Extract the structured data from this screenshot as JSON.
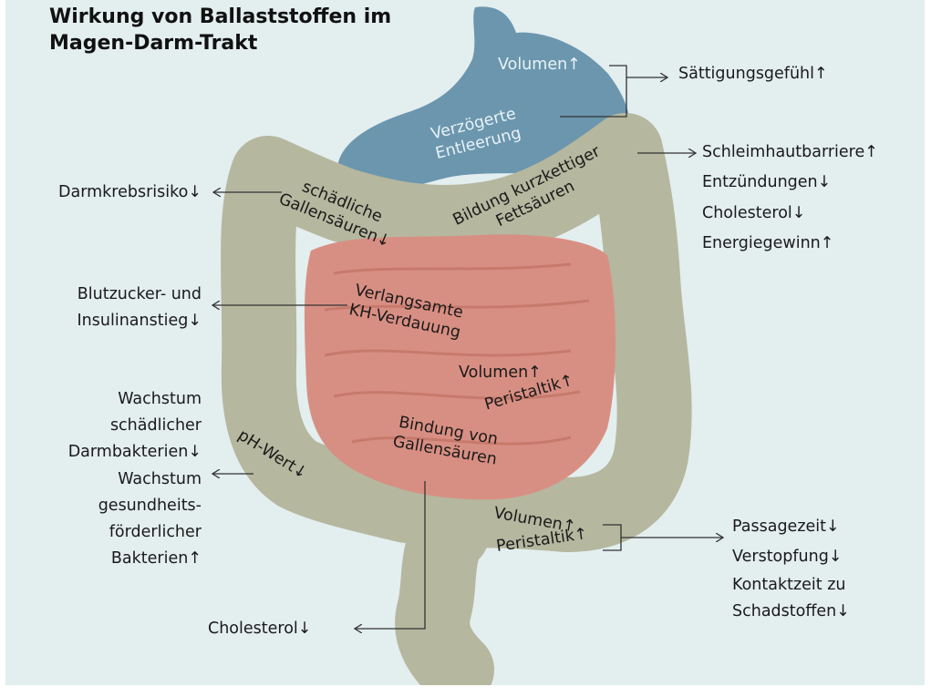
{
  "title": {
    "line1": "Wirkung von Ballaststoffen im",
    "line2": "Magen-Darm-Trakt"
  },
  "colors": {
    "background": "#e3eeef",
    "stomach": "#6b96ae",
    "colon": "#b5b79f",
    "small_intestine": "#d88f83",
    "arrow": "#333333"
  },
  "stomach": {
    "volumen": "Volumen↑",
    "entleerung_line1": "Verzögerte",
    "entleerung_line2": "Entleerung"
  },
  "colon": {
    "gallen_line1": "schädliche",
    "gallen_line2": "Gallensäuren↓",
    "bildung_line1": "Bildung kurzkettiger",
    "bildung_line2": "Fettsäuren",
    "ph": "pH-Wert↓",
    "volumen": "Volumen↑",
    "peristaltik": "Peristaltik↑"
  },
  "small_intestine": {
    "kh_line1": "Verlangsamte",
    "kh_line2": "KH-Verdauung",
    "volumen": "Volumen↑",
    "peristaltik": "Peristaltik↑",
    "bindung_line1": "Bindung von",
    "bindung_line2": "Gallensäuren"
  },
  "effects": {
    "saettigung": "Sättigungsgefühl↑",
    "schleimhaut": "Schleimhautbarriere↑",
    "entzuendungen": "Entzündungen↓",
    "cholesterol_right": "Cholesterol↓",
    "energie": "Energiegewinn↑",
    "darmkrebs": "Darmkrebsrisiko↓",
    "blutzucker_line1": "Blutzucker- und",
    "blutzucker_line2": "Insulinanstieg↓",
    "wachstum1_line1": "Wachstum",
    "wachstum1_line2": "schädlicher",
    "wachstum1_line3": "Darmbakterien↓",
    "wachstum2_line1": "Wachstum",
    "wachstum2_line2": "gesundheits-",
    "wachstum2_line3": "förderlicher",
    "wachstum2_line4": "Bakterien↑",
    "passagezeit": "Passagezeit↓",
    "verstopfung": "Verstopfung↓",
    "kontakt_line1": "Kontaktzeit zu",
    "kontakt_line2": "Schadstoffen↓",
    "cholesterol_bottom": "Cholesterol↓"
  }
}
